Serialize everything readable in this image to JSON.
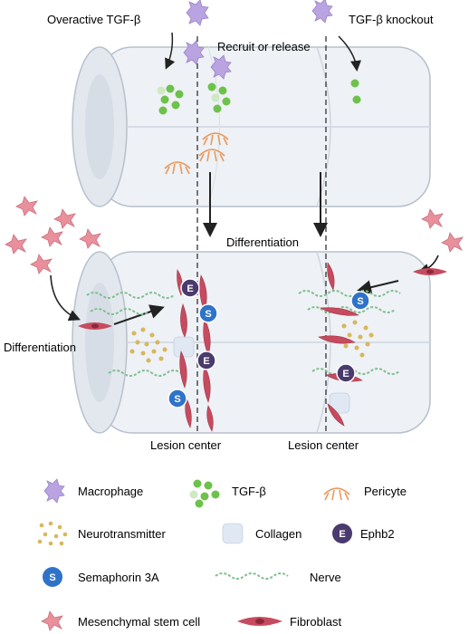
{
  "labels": {
    "overactive": "Overactive TGF-β",
    "knockout": "TGF-β knockout",
    "recruit": "Recruit or release",
    "differentiation_top": "Differentiation",
    "differentiation_left": "Differentiation",
    "lesion_left": "Lesion center",
    "lesion_right": "Lesion center"
  },
  "legend": {
    "macrophage": "Macrophage",
    "tgf": "TGF-β",
    "pericyte": "Pericyte",
    "neurotransmitter": "Neurotransmitter",
    "collagen": "Collagen",
    "ephb2": "Ephb2",
    "semaphorin": "Semaphorin 3A",
    "nerve": "Nerve",
    "msc": "Mesenchymal stem cell",
    "fibroblast": "Fibroblast"
  },
  "markers": {
    "ephb2_letter": "E",
    "semaphorin_letter": "S"
  },
  "colors": {
    "cord_fill": "#eef1f5",
    "cord_stroke": "#b8c0cc",
    "macrophage": "#b9a3e0",
    "tgf": "#6cc24a",
    "pericyte": "#e8995c",
    "neurotransmitter": "#d7b75a",
    "ephb2": "#4a3a6e",
    "semaphorin": "#2f73c9",
    "nerve": "#7fbf8f",
    "msc": "#e9909c",
    "fibroblast": "#c64b5f"
  }
}
